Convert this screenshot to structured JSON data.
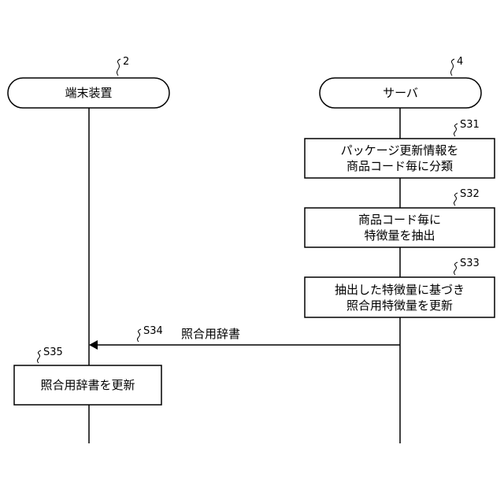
{
  "participants": {
    "terminal": {
      "label": "端末装置",
      "ref": "2"
    },
    "server": {
      "label": "サーバ",
      "ref": "4"
    }
  },
  "steps": {
    "s31": {
      "id": "S31",
      "line1": "パッケージ更新情報を",
      "line2": "商品コード毎に分類"
    },
    "s32": {
      "id": "S32",
      "line1": "商品コード毎に",
      "line2": "特徴量を抽出"
    },
    "s33": {
      "id": "S33",
      "line1": "抽出した特徴量に基づき",
      "line2": "照合用特徴量を更新"
    },
    "s34": {
      "id": "S34",
      "message": "照合用辞書"
    },
    "s35": {
      "id": "S35",
      "text": "照合用辞書を更新"
    }
  }
}
